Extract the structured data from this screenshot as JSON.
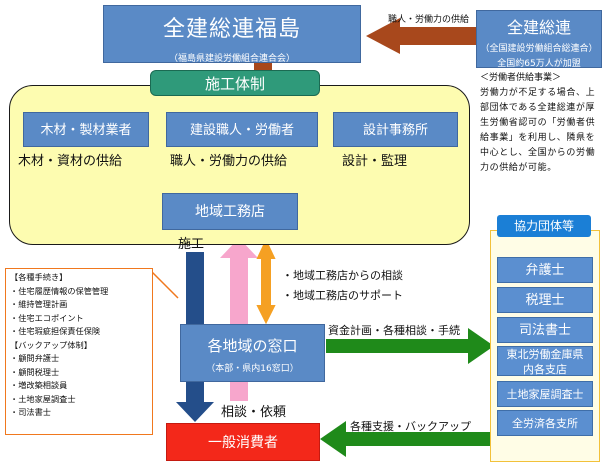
{
  "top": {
    "main_title": "全建総連福島",
    "main_subtitle": "（福島県建設労働組合連合会）",
    "right_title": "全建総連",
    "right_sub1": "（全国建設労働組合総連合）",
    "right_sub2": "全国約65万人が加盟",
    "supply_label": "職人・労働力の供給"
  },
  "note": {
    "title": "＜労働者供給事業＞",
    "body": "労働力が不足する場合、上部団体である全建総連が厚生労働省認可の「労働者供給事業」を利用し、隣県を中心とし、全国からの労働力の供給が可能。"
  },
  "construction": {
    "header": "施工体制",
    "box1": "木材・製材業者",
    "box1_caption": "木材・資材の供給",
    "box2": "建設職人・労働者",
    "box2_caption": "職人・労働力の供給",
    "box3": "設計事務所",
    "box3_caption": "設計・監理",
    "center": "地域工務店"
  },
  "labels": {
    "shiko": "施工",
    "support1": "・地域工務店からの相談",
    "support2": "・地域工務店のサポート",
    "finance": "資金計画・各種相談・手続",
    "soudan": "相談・依頼",
    "backup": "各種支援・バックアップ"
  },
  "window": {
    "title": "各地域の窓口",
    "sub": "（本部・県内16窓口）"
  },
  "consumer": "一般消費者",
  "left_panel": {
    "heading1": "【各種手続き】",
    "items1": [
      "・住宅履歴情報の保管管理",
      "・維持管理計画",
      "・住宅エコポイント",
      "・住宅瑕疵担保責任保険"
    ],
    "heading2": "【バックアップ体制】",
    "items2": [
      "・顧問弁護士",
      "・顧問税理士",
      "・増改築相談員",
      "・土地家屋調査士",
      "・司法書士"
    ]
  },
  "partners": {
    "header": "協力団体等",
    "items": [
      "弁護士",
      "税理士",
      "司法書士",
      "東北労働金庫県内各支店",
      "土地家屋調査士",
      "全労済各支所"
    ]
  }
}
